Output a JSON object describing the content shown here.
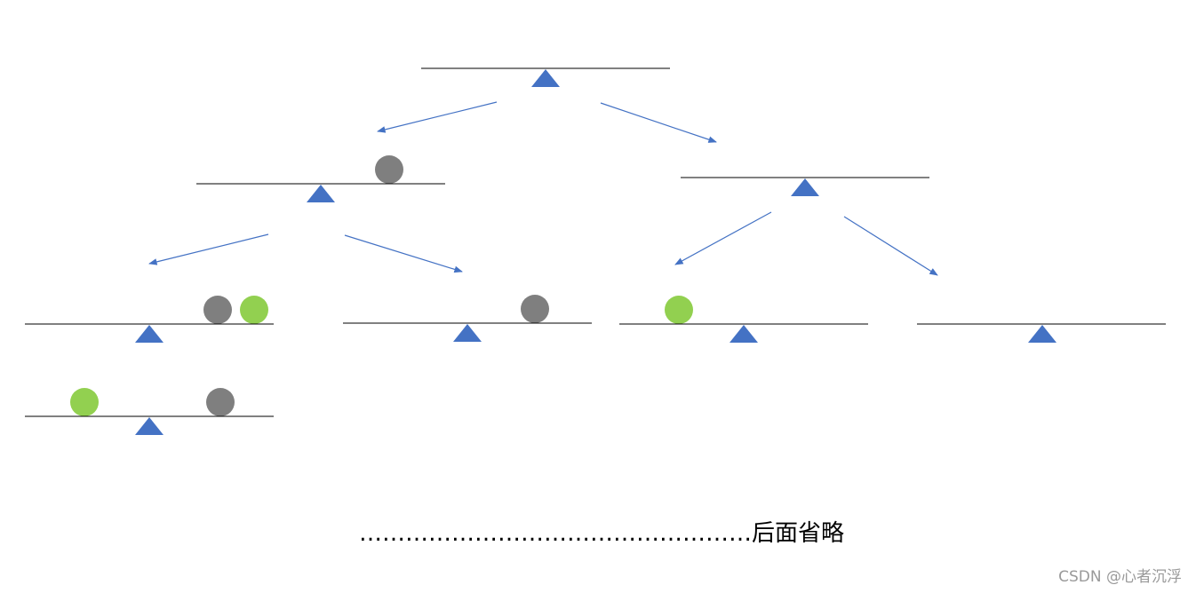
{
  "caption": {
    "dots": "……………………………………………",
    "text": "后面省略"
  },
  "watermark": "CSDN @心者沉浮",
  "colors": {
    "beam": "#000000",
    "fulcrum": "#4472C4",
    "arrow": "#4472C4",
    "gray_ball": "#7F7F7F",
    "green_ball": "#92D050"
  },
  "legend_semantics": {
    "balls": [
      "gray",
      "green"
    ]
  },
  "tree": [
    {
      "id": "root",
      "balls": []
    },
    {
      "id": "level1-left",
      "balls": [
        "gray"
      ]
    },
    {
      "id": "level1-right",
      "balls": []
    },
    {
      "id": "level2-a",
      "balls": [
        "gray",
        "green"
      ]
    },
    {
      "id": "level2-b",
      "balls": [
        "gray"
      ]
    },
    {
      "id": "level2-c",
      "balls": [
        "green"
      ]
    },
    {
      "id": "level2-d",
      "balls": []
    },
    {
      "id": "level3-a",
      "balls": [
        "green",
        "gray"
      ]
    }
  ],
  "edges": [
    [
      "root",
      "level1-left"
    ],
    [
      "root",
      "level1-right"
    ],
    [
      "level1-left",
      "level2-a"
    ],
    [
      "level1-left",
      "level2-b"
    ],
    [
      "level1-right",
      "level2-c"
    ],
    [
      "level1-right",
      "level2-d"
    ]
  ]
}
